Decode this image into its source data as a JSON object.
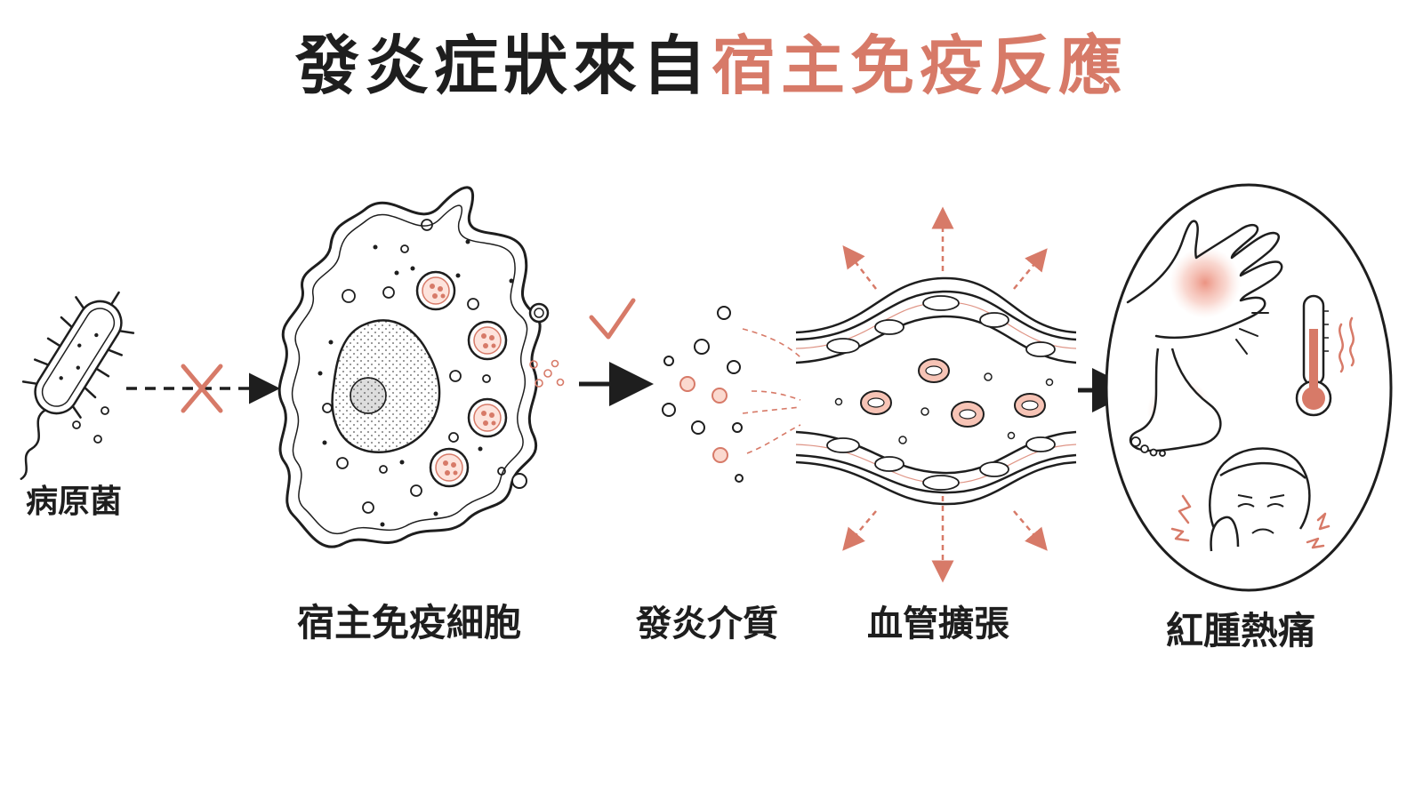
{
  "title": {
    "part1": "發炎症狀來自",
    "part2": "宿主免疫反應"
  },
  "labels": {
    "pathogen": "病原菌",
    "immune_cell": "宿主免疫細胞",
    "mediators": "發炎介質",
    "vasodilation": "血管擴張",
    "symptoms": "紅腫熱痛"
  },
  "colors": {
    "accent": "#d77a68",
    "ink": "#1e1e1e",
    "blush": "#f2b8a8"
  }
}
